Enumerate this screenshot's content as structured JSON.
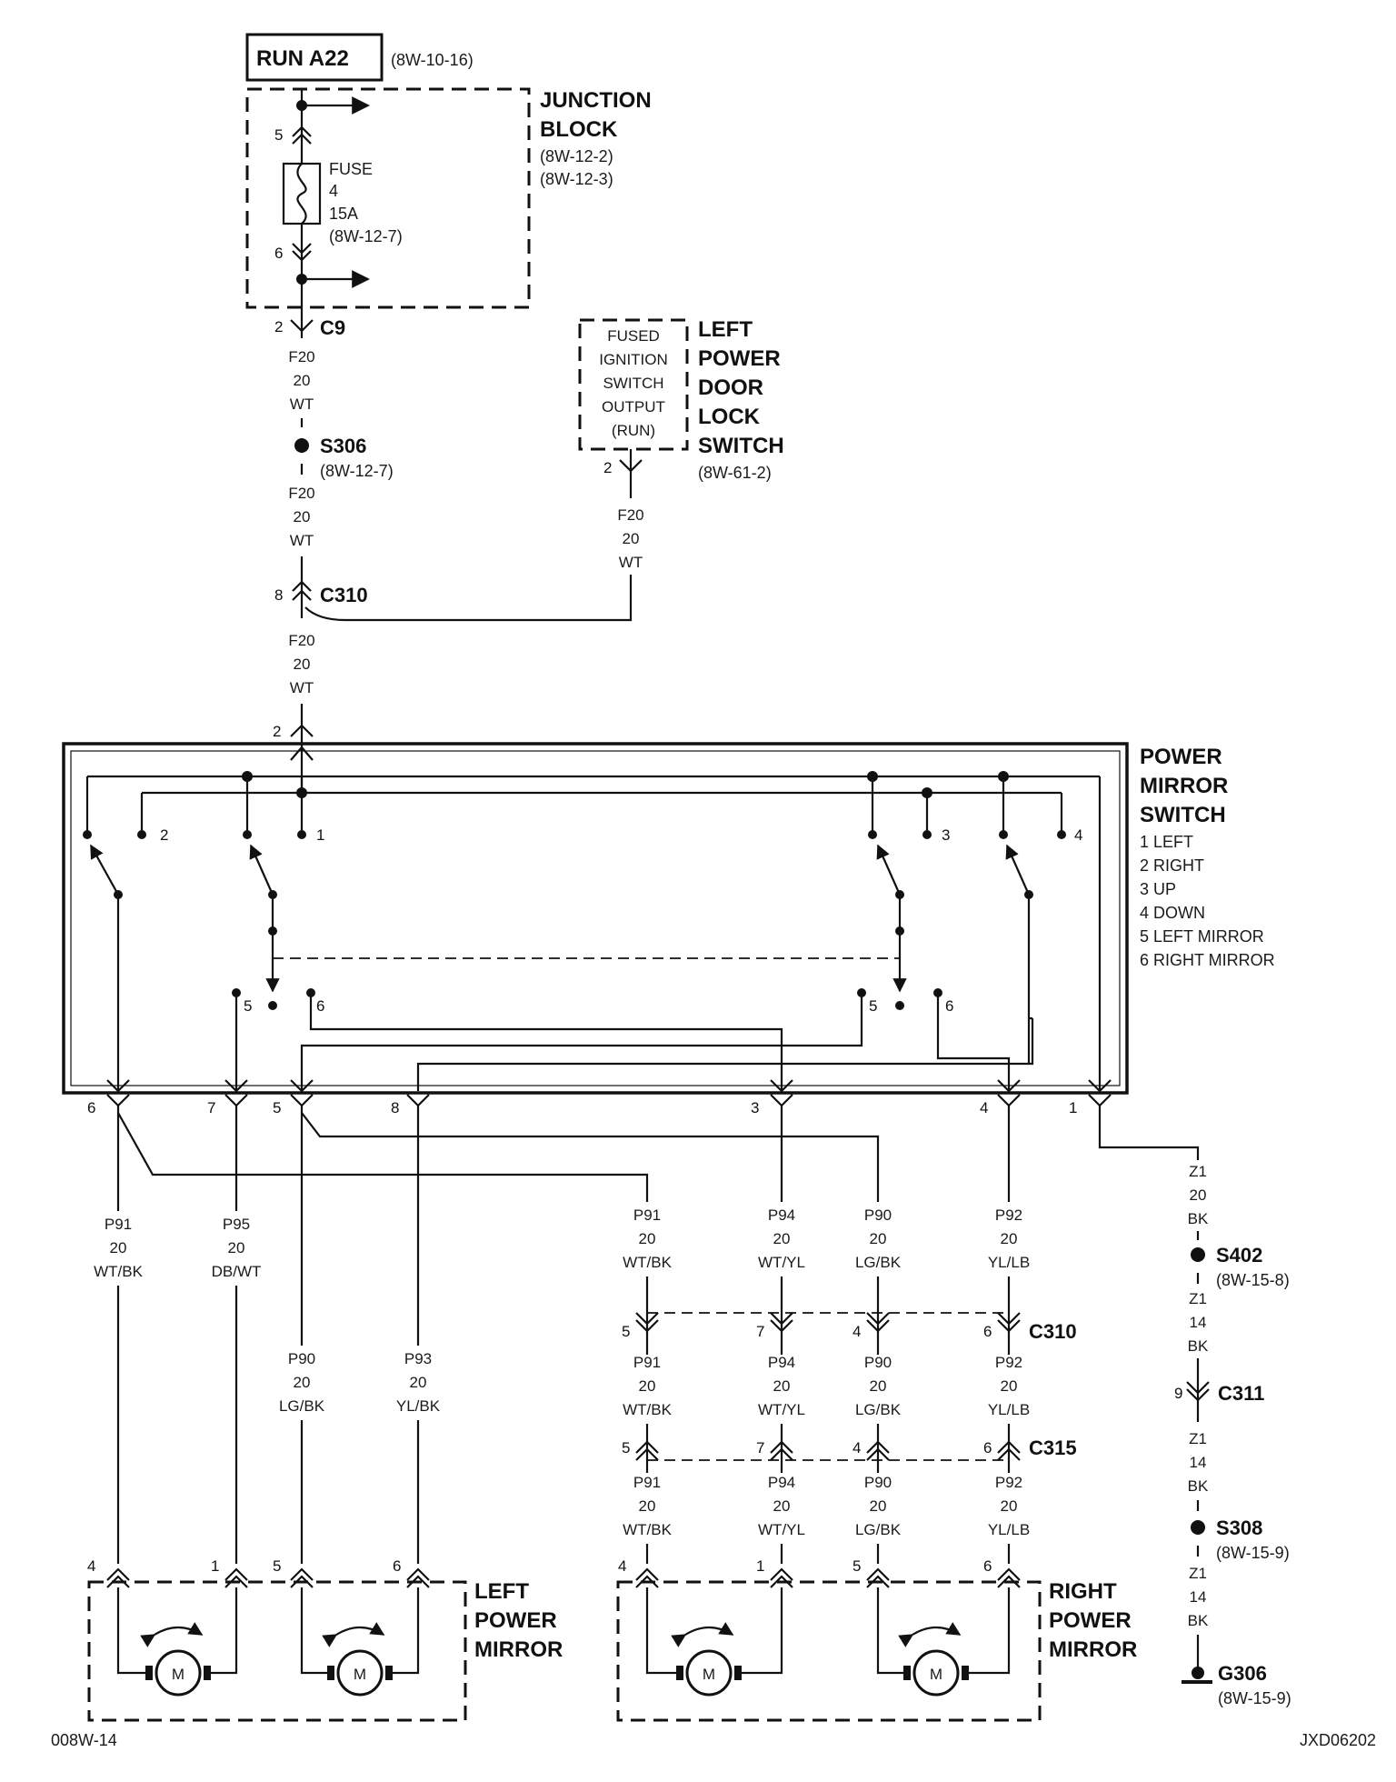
{
  "run_box": {
    "label": "RUN A22",
    "ref": "(8W-10-16)"
  },
  "junction_block": {
    "title_lines": [
      "JUNCTION",
      "BLOCK"
    ],
    "refs": [
      "(8W-12-2)",
      "(8W-12-3)"
    ],
    "fuse_lines": [
      "FUSE",
      "4",
      "15A",
      "(8W-12-7)"
    ],
    "pin_top": "5",
    "pin_bottom": "6"
  },
  "c9": {
    "pin": "2",
    "name": "C9"
  },
  "wire_f20": [
    "F20",
    "20",
    "WT"
  ],
  "s306": {
    "name": "S306",
    "ref": "(8W-12-7)"
  },
  "c310_top": {
    "pin": "8",
    "name": "C310"
  },
  "door_lock_switch": {
    "inner_lines": [
      "FUSED",
      "IGNITION",
      "SWITCH",
      "OUTPUT",
      "(RUN)"
    ],
    "title_lines": [
      "LEFT",
      "POWER",
      "DOOR",
      "LOCK",
      "SWITCH"
    ],
    "ref": "(8W-61-2)",
    "pin": "2"
  },
  "mirror_switch": {
    "title_lines": [
      "POWER",
      "MIRROR",
      "SWITCH"
    ],
    "legend": [
      "1 LEFT",
      "2 RIGHT",
      "3 UP",
      "4 DOWN",
      "5 LEFT MIRROR",
      "6 RIGHT MIRROR"
    ],
    "input_pin": "2",
    "internal_pins": {
      "p1": "1",
      "p2": "2",
      "p3": "3",
      "p4": "4",
      "p5a": "5",
      "p6a": "6",
      "p5b": "5",
      "p6b": "6"
    },
    "output_pins": [
      "6",
      "7",
      "5",
      "8",
      "3",
      "4",
      "1"
    ]
  },
  "wires": {
    "p91_left": [
      "P91",
      "20",
      "WT/BK"
    ],
    "p95": [
      "P95",
      "20",
      "DB/WT"
    ],
    "p90_left": [
      "P90",
      "20",
      "LG/BK"
    ],
    "p93": [
      "P93",
      "20",
      "YL/BK"
    ],
    "p91": [
      "P91",
      "20",
      "WT/BK"
    ],
    "p94": [
      "P94",
      "20",
      "WT/YL"
    ],
    "p90": [
      "P90",
      "20",
      "LG/BK"
    ],
    "p92": [
      "P92",
      "20",
      "YL/LB"
    ],
    "z1_20": [
      "Z1",
      "20",
      "BK"
    ],
    "z1_14": [
      "Z1",
      "14",
      "BK"
    ]
  },
  "c310_bottom": {
    "name": "C310",
    "pins": [
      "5",
      "7",
      "4",
      "6"
    ]
  },
  "c315": {
    "name": "C315",
    "pins": [
      "5",
      "7",
      "4",
      "6"
    ]
  },
  "s402": {
    "name": "S402",
    "ref": "(8W-15-8)"
  },
  "c311": {
    "pin": "9",
    "name": "C311"
  },
  "s308": {
    "name": "S308",
    "ref": "(8W-15-9)"
  },
  "g306": {
    "name": "G306",
    "ref": "(8W-15-9)"
  },
  "left_mirror": {
    "title_lines": [
      "LEFT",
      "POWER",
      "MIRROR"
    ],
    "pins": [
      "4",
      "1",
      "5",
      "6"
    ],
    "motor": "M"
  },
  "right_mirror": {
    "title_lines": [
      "RIGHT",
      "POWER",
      "MIRROR"
    ],
    "pins": [
      "4",
      "1",
      "5",
      "6"
    ],
    "motor": "M"
  },
  "footer": {
    "left": "008W-14",
    "right": "JXD06202"
  }
}
